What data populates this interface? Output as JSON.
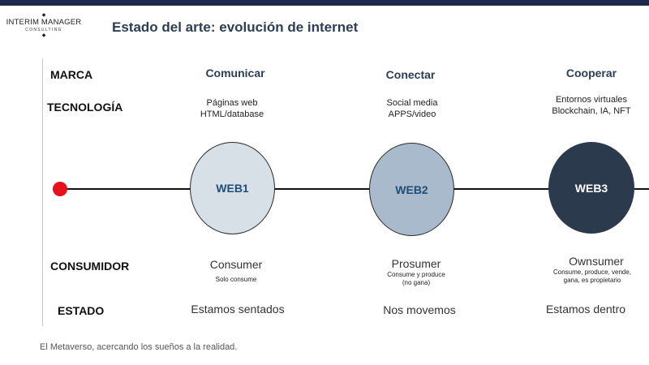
{
  "header": {
    "logo_line1": "INTERIM MANAGER",
    "logo_line2": "CONSULTING",
    "title": "Estado del arte: evolución de internet"
  },
  "rows": {
    "marca": "MARCA",
    "tecnologia": "TECNOLOGÍA",
    "consumidor": "CONSUMIDOR",
    "estado": "ESTADO"
  },
  "columns": [
    {
      "marca": "Comunicar",
      "tech_line1": "Páginas web",
      "tech_line2": "HTML/database",
      "node": "WEB1",
      "consumer": "Consumer",
      "consumer_note_line1": "Solo consume",
      "consumer_note_line2": "",
      "estado": "Estamos sentados"
    },
    {
      "marca": "Conectar",
      "tech_line1": "Social media",
      "tech_line2": "APPS/video",
      "node": "WEB2",
      "consumer": "Prosumer",
      "consumer_note_line1": "Consume y produce",
      "consumer_note_line2": "(no gana)",
      "estado": "Nos movemos"
    },
    {
      "marca": "Cooperar",
      "tech_line1": "Entornos virtuales",
      "tech_line2": "Blockchain, IA, NFT",
      "node": "WEB3",
      "consumer": "Ownsumer",
      "consumer_note_line1": "Consume, produce, vende,",
      "consumer_note_line2": "gana, es propietario",
      "estado": "Estamos dentro"
    }
  ],
  "footer": "El Metaverso, acercando los sueños a la realidad.",
  "colors": {
    "topbar": "#1d2a4d",
    "start_dot": "#e8101a",
    "web1": "#d7dfe7",
    "web2": "#a9bacc",
    "web3": "#2b3a4d"
  }
}
